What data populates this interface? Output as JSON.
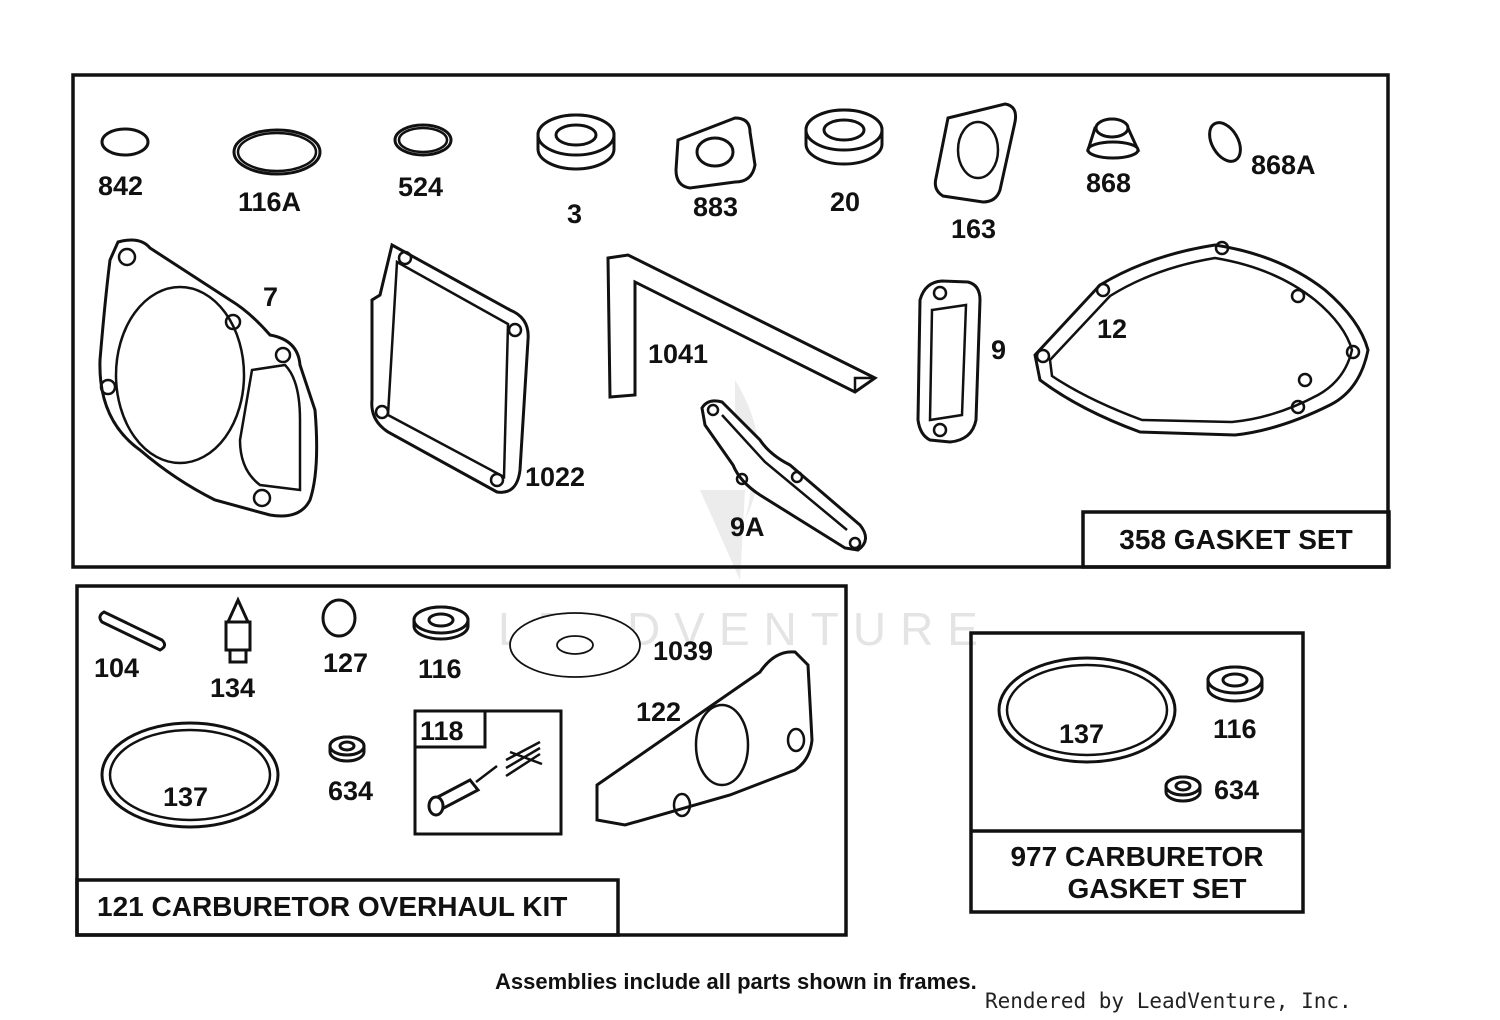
{
  "watermark": "LEADVENTURE",
  "panels": {
    "gasket_set": {
      "title": "358 GASKET SET",
      "parts": [
        "842",
        "116A",
        "524",
        "3",
        "883",
        "20",
        "163",
        "868",
        "868A",
        "7",
        "1022",
        "1041",
        "9",
        "12",
        "9A"
      ]
    },
    "carb_kit": {
      "title": "121 CARBURETOR OVERHAUL KIT",
      "parts": [
        "104",
        "134",
        "127",
        "116",
        "1039",
        "118",
        "122",
        "137",
        "634"
      ]
    },
    "carb_gasket": {
      "title_line1": "977 CARBURETOR",
      "title_line2": "GASKET SET",
      "parts": [
        "137",
        "116",
        "634"
      ]
    }
  },
  "footer": {
    "note": "Assemblies include all parts shown in frames.",
    "credit": "Rendered by LeadVenture, Inc."
  }
}
